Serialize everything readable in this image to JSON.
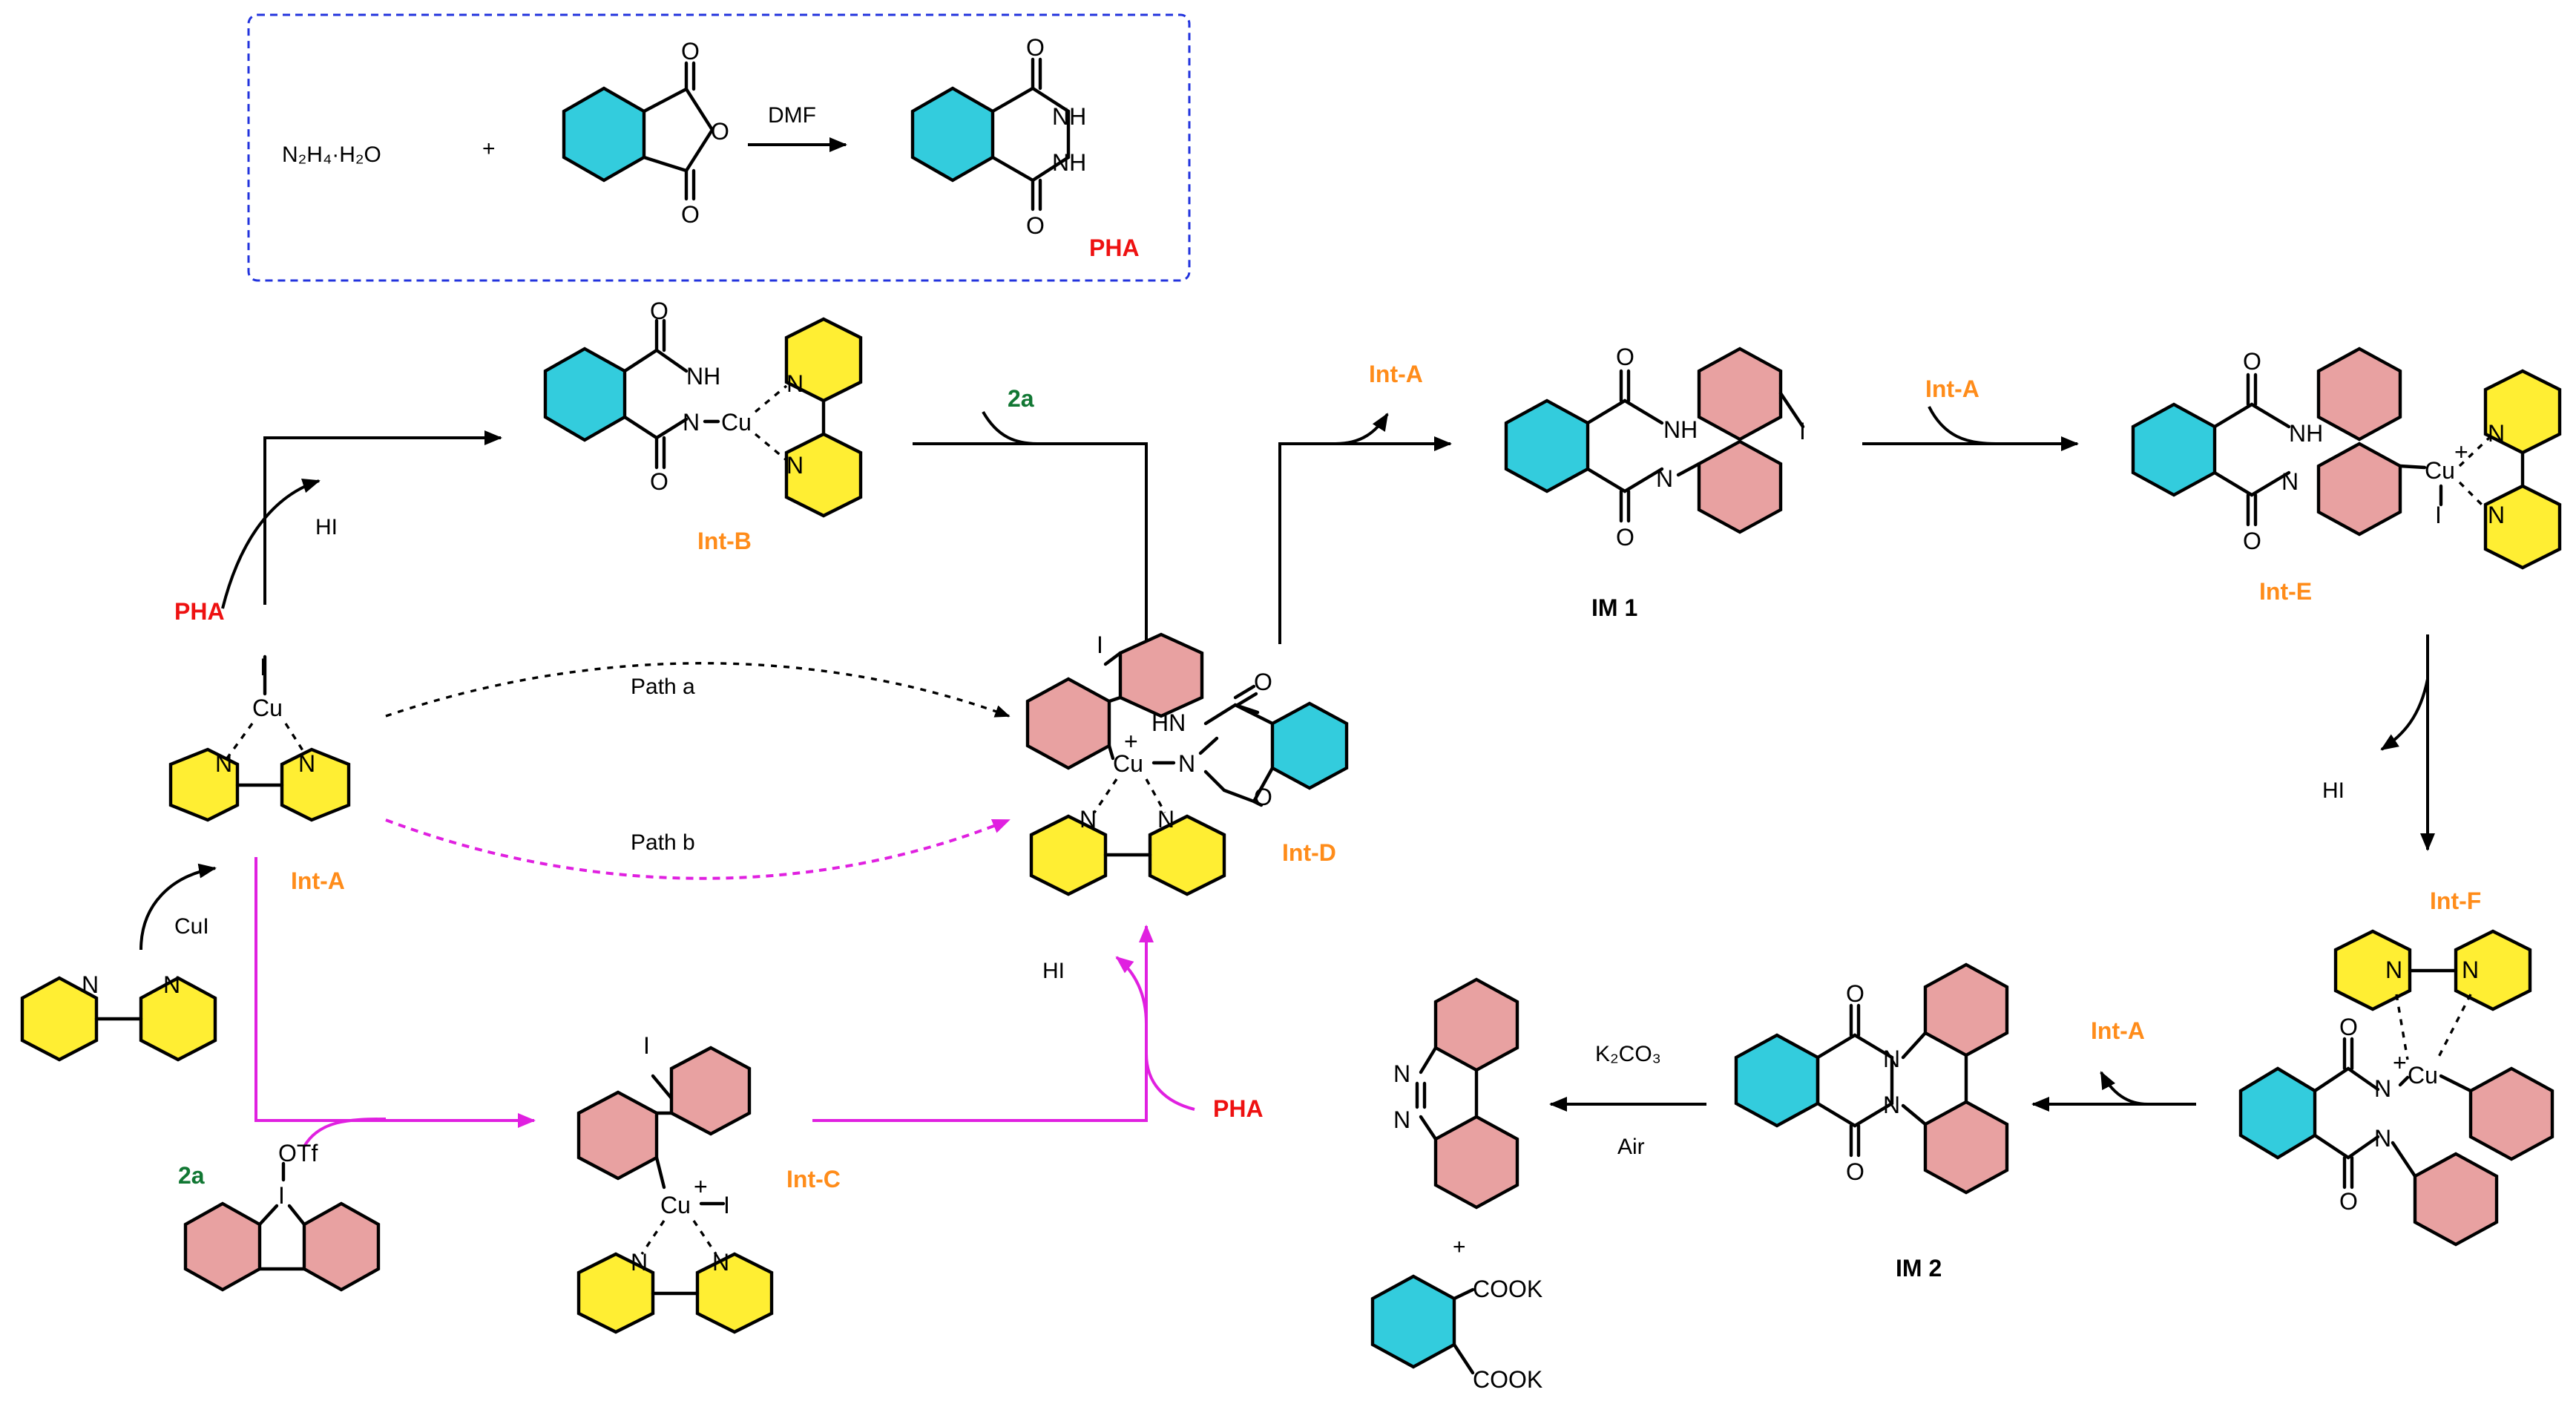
{
  "colors": {
    "ring_cyan": "#33ccdd",
    "ring_yellow": "#ffee33",
    "ring_pink": "#e8a1a1",
    "magenta": "#e020e0",
    "orange": "#ff8c1a",
    "red": "#ee1111",
    "green": "#117733",
    "frame_blue": "#2233dd"
  },
  "prep": {
    "hydrazine": "N₂H₄·H₂O",
    "plus": "+",
    "solvent": "DMF",
    "product": "PHA"
  },
  "labels": {
    "pha_left": "PHA",
    "pha_bottom": "PHA",
    "hi_top": "HI",
    "hi_mid": "HI",
    "hi_right": "HI",
    "cui": "CuI",
    "reagent_2a_top": "2a",
    "reagent_2a_bottom": "2a",
    "path_a": "Path a",
    "path_b": "Path b",
    "int_a_label": "Int-A",
    "int_a_above_arrow": "Int-A",
    "int_a_im1_arrow": "Int-A",
    "int_a_im2_arrow": "Int-A",
    "int_b": "Int-B",
    "int_c": "Int-C",
    "int_d": "Int-D",
    "int_e": "Int-E",
    "int_f": "Int-F",
    "im1": "IM 1",
    "im2": "IM 2",
    "k2co3": "K₂CO₃",
    "air": "Air",
    "plus_bottom": "+"
  },
  "atoms": {
    "O": "O",
    "NH": "NH",
    "N": "N",
    "Cu": "Cu",
    "CuPlus": "Cu⁺",
    "I": "I",
    "OTf": "OTf",
    "HN": "HN",
    "COOK": "COOK",
    "plus_sign": "+"
  }
}
